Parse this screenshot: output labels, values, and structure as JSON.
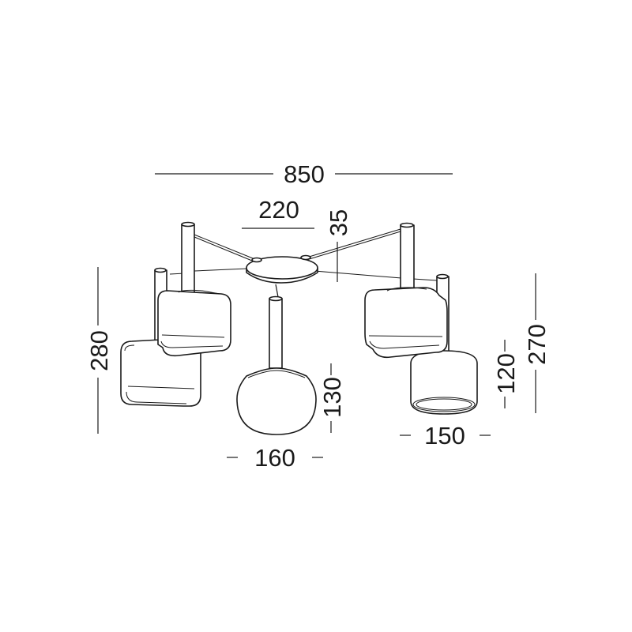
{
  "dimensions": {
    "overall_width": "850",
    "canopy_width": "220",
    "canopy_height": "35",
    "left_height": "280",
    "right_height": "270",
    "right_shade_height": "120",
    "globe_height": "130",
    "globe_width": "160",
    "right_shade_width": "150"
  }
}
